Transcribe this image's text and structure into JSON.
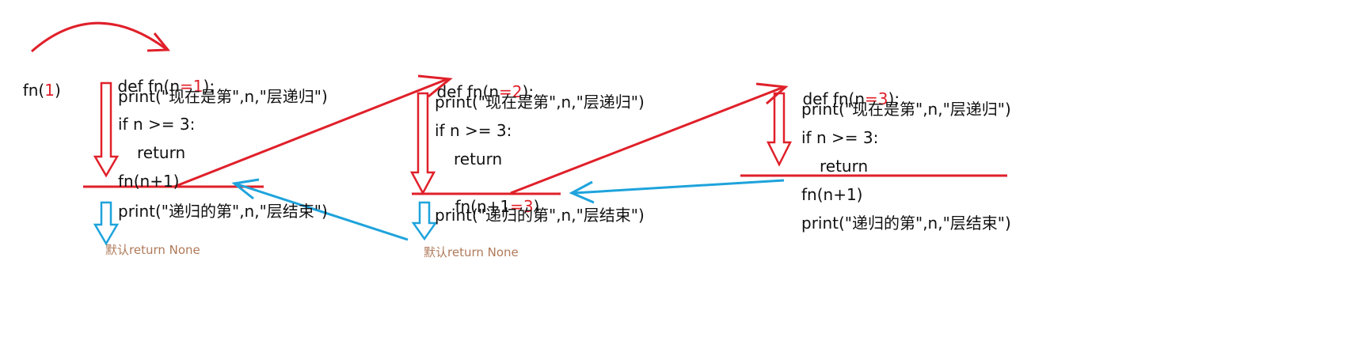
{
  "call": {
    "prefix": "fn(",
    "arg": "1",
    "suffix": ")"
  },
  "frames": [
    {
      "def_prefix": "def fn(n",
      "def_eq": "=",
      "def_val": "1",
      "def_suffix": "):",
      "print_start": "print(\"现在是第\",n,\"层递归\")",
      "if_line": "if n >= 3:",
      "return_line": "return",
      "call_line": "fn(n+1)",
      "print_end": "print(\"递归的第\",n,\"层结束\")",
      "default_note": "默认return None"
    },
    {
      "def_prefix": "def fn(n",
      "def_eq": "=",
      "def_val": "2",
      "def_suffix": "):",
      "print_start": "print(\"现在是第\",n,\"层递归\")",
      "if_line": "if n >= 3:",
      "return_line": "return",
      "call_line": "fn(n+1",
      "call_eq": "=",
      "call_val": "3",
      "call_suffix": ")",
      "print_end": "print(\"递归的第\",n,\"层结束\")",
      "default_note": "默认return None"
    },
    {
      "def_prefix": "def fn(n",
      "def_eq": "=",
      "def_val": "3",
      "def_suffix": "):",
      "print_start": "print(\"现在是第\",n,\"层递归\")",
      "if_line": "if n >= 3:",
      "return_line": "return",
      "call_line": "fn(n+1)",
      "print_end": "print(\"递归的第\",n,\"层结束\")"
    }
  ],
  "colors": {
    "call_arrow": "#e0202a",
    "return_arrow": "#1ea3dc",
    "text": "#111111",
    "note": "#b07a5a"
  }
}
